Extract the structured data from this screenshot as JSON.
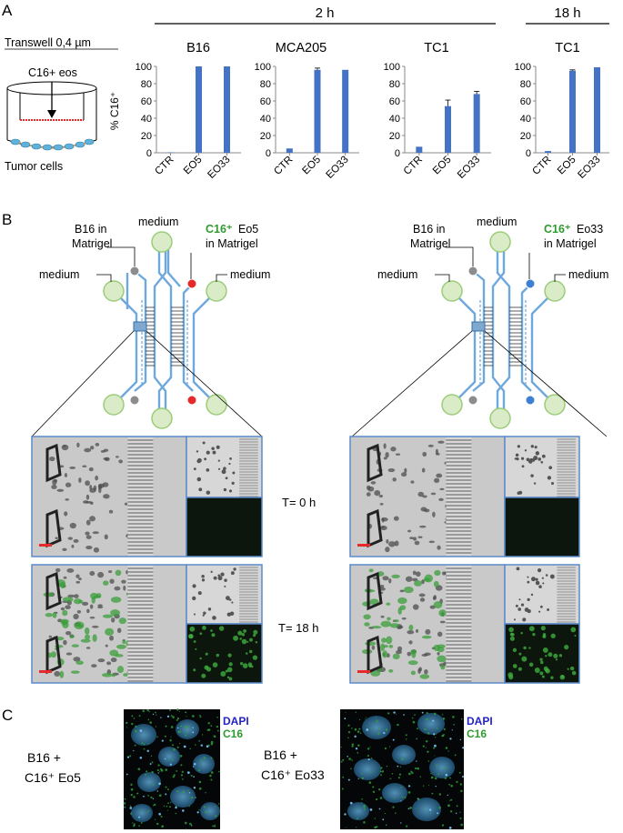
{
  "panelA": {
    "letter": "A",
    "time2h": "2 h",
    "time18h": "18 h",
    "transwell": "Transwell 0,4 µm",
    "eos_label": "C16+ eos",
    "tumor_label": "Tumor cells",
    "ylabel": "% C16⁺"
  },
  "chart_data": [
    {
      "type": "bar",
      "title": "B16",
      "group": "2 h",
      "categories": [
        "CTR",
        "EO5",
        "EO33"
      ],
      "values": [
        0.5,
        100,
        100
      ],
      "errors": [
        0,
        0,
        0
      ],
      "ylim": [
        0,
        100
      ],
      "yticks": [
        0,
        20,
        40,
        60,
        80,
        100
      ],
      "ylabel": "% C16⁺"
    },
    {
      "type": "bar",
      "title": "MCA205",
      "group": "2 h",
      "categories": [
        "CTR",
        "EO5",
        "EO33"
      ],
      "values": [
        5,
        96,
        96
      ],
      "errors": [
        0,
        2,
        0
      ],
      "ylim": [
        0,
        100
      ],
      "yticks": [
        0,
        20,
        40,
        60,
        80,
        100
      ],
      "ylabel": ""
    },
    {
      "type": "bar",
      "title": "TC1",
      "group": "2 h",
      "categories": [
        "CTR",
        "EO5",
        "EO33"
      ],
      "values": [
        7,
        54,
        68
      ],
      "errors": [
        0,
        7,
        3
      ],
      "ylim": [
        0,
        100
      ],
      "yticks": [
        0,
        20,
        40,
        60,
        80,
        100
      ],
      "ylabel": ""
    },
    {
      "type": "bar",
      "title": "TC1",
      "group": "18 h",
      "categories": [
        "CTR",
        "EO5",
        "EO33"
      ],
      "values": [
        2,
        95,
        99
      ],
      "errors": [
        0,
        1,
        0
      ],
      "ylim": [
        0,
        100
      ],
      "yticks": [
        0,
        20,
        40,
        60,
        80,
        100
      ],
      "ylabel": ""
    }
  ],
  "panelB": {
    "letter": "B",
    "left": {
      "cells": "B16 in",
      "cells2": "Matrigel",
      "medium_top": "medium",
      "medium_left": "medium",
      "medium_right": "medium",
      "eos_prefix": "C16⁺",
      "eos_name": " Eo5",
      "eos2": "in Matrigel"
    },
    "right": {
      "cells": "B16 in",
      "cells2": "Matrigel",
      "medium_top": "medium",
      "medium_left": "medium",
      "medium_right": "medium",
      "eos_prefix": "C16⁺",
      "eos_name": " Eo33",
      "eos2": "in Matrigel"
    },
    "t0": "T= 0 h",
    "t18": "T= 18 h"
  },
  "panelC": {
    "letter": "C",
    "left_line1": "B16 +",
    "left_line2": "C16⁺ Eo5",
    "right_line1": "B16 +",
    "right_line2": "C16⁺ Eo33",
    "dapi": "DAPI",
    "c16": "C16"
  },
  "colors": {
    "bar": "#4472c4",
    "channel": "#6fa8dc",
    "well": "#d9ecc7",
    "well_stroke": "#9ccc7a",
    "red": "#e8292a",
    "blue": "#3d7fd1",
    "gray": "#8c8c8c",
    "green_text": "#2e9b2e",
    "dapi": "#2222cc"
  }
}
